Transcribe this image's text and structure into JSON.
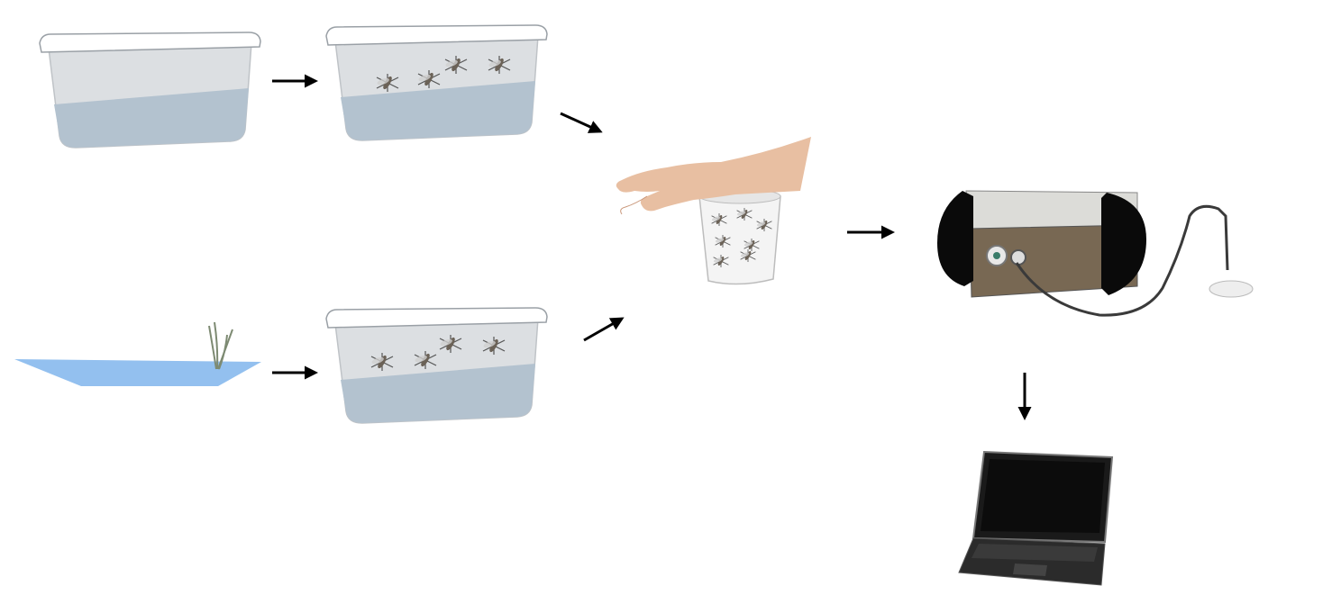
{
  "diagram": {
    "steps": [
      {
        "id": "lab-tank-empty",
        "icon": "water-tank-icon"
      },
      {
        "id": "lab-tank-mosquitoes",
        "icon": "mosquito-tank-icon"
      },
      {
        "id": "field-pond",
        "icon": "pond-icon"
      },
      {
        "id": "field-tank-mosquitoes",
        "icon": "mosquito-tank-icon"
      },
      {
        "id": "arm-feeding-cup",
        "icon": "arm-in-cup-icon"
      },
      {
        "id": "recording-device",
        "icon": "recorder-device-icon"
      },
      {
        "id": "laptop",
        "icon": "laptop-icon"
      }
    ],
    "flow": [
      [
        "lab-tank-empty",
        "lab-tank-mosquitoes"
      ],
      [
        "field-pond",
        "field-tank-mosquitoes"
      ],
      [
        "lab-tank-mosquitoes",
        "arm-feeding-cup"
      ],
      [
        "field-tank-mosquitoes",
        "arm-feeding-cup"
      ],
      [
        "arm-feeding-cup",
        "recording-device"
      ],
      [
        "recording-device",
        "laptop"
      ]
    ]
  },
  "colors": {
    "tank_wall": "#dcdfe2",
    "tank_water": "#b3c2cf",
    "pond_water": "#93c0ef",
    "grass": "#7d8a72",
    "skin": "#e8bfa2",
    "device_body": "#786853",
    "device_top": "#dcdcd8",
    "arrow": "#000000"
  }
}
